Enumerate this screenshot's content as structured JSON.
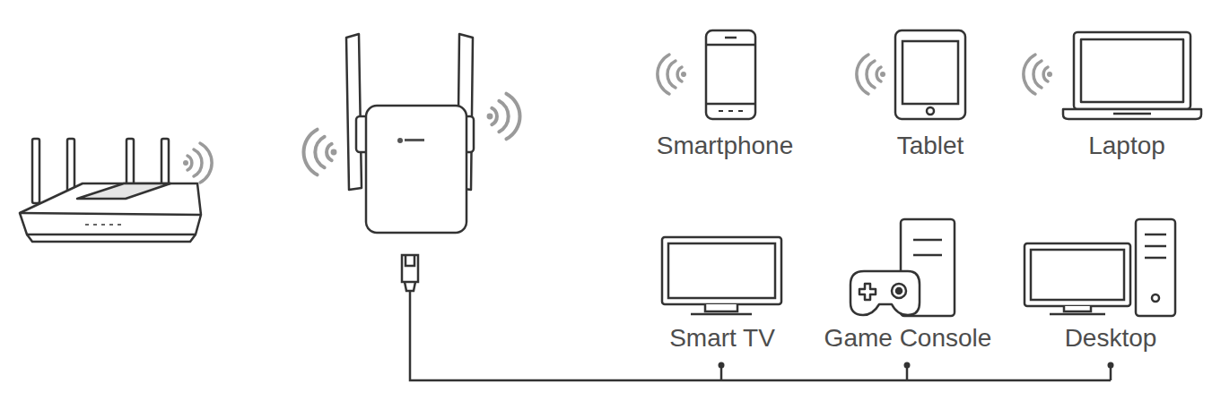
{
  "diagram": {
    "labels": [
      "Smartphone",
      "Tablet",
      "Laptop",
      "Smart TV",
      "Game Console",
      "Desktop"
    ]
  }
}
